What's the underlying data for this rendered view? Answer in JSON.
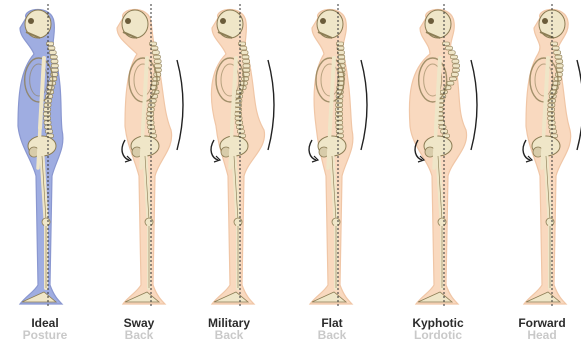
{
  "image": {
    "description_colors": {
      "ideal_body_fill": "#8f9fdc",
      "body_fill": "#f9d9bf",
      "body_outline": "#f0c6a6",
      "bone_fill": "#efe6c8",
      "bone_outline": "#8c7d55",
      "plumb_line": "#333333",
      "curve_arrow": "#222222"
    }
  },
  "figures": [
    {
      "id": "ideal",
      "line1": "Ideal",
      "line2": "Posture",
      "variant": "ideal"
    },
    {
      "id": "sway",
      "line1": "Sway",
      "line2": "Back",
      "variant": "sway"
    },
    {
      "id": "military",
      "line1": "Military",
      "line2": "Back",
      "variant": "military"
    },
    {
      "id": "flat",
      "line1": "Flat",
      "line2": "Back",
      "variant": "flat"
    },
    {
      "id": "kyphotic",
      "line1": "Kyphotic",
      "line2": "Lordotic",
      "variant": "kyphotic"
    },
    {
      "id": "forward",
      "line1": "Forward",
      "line2": "Head",
      "variant": "forward"
    }
  ]
}
